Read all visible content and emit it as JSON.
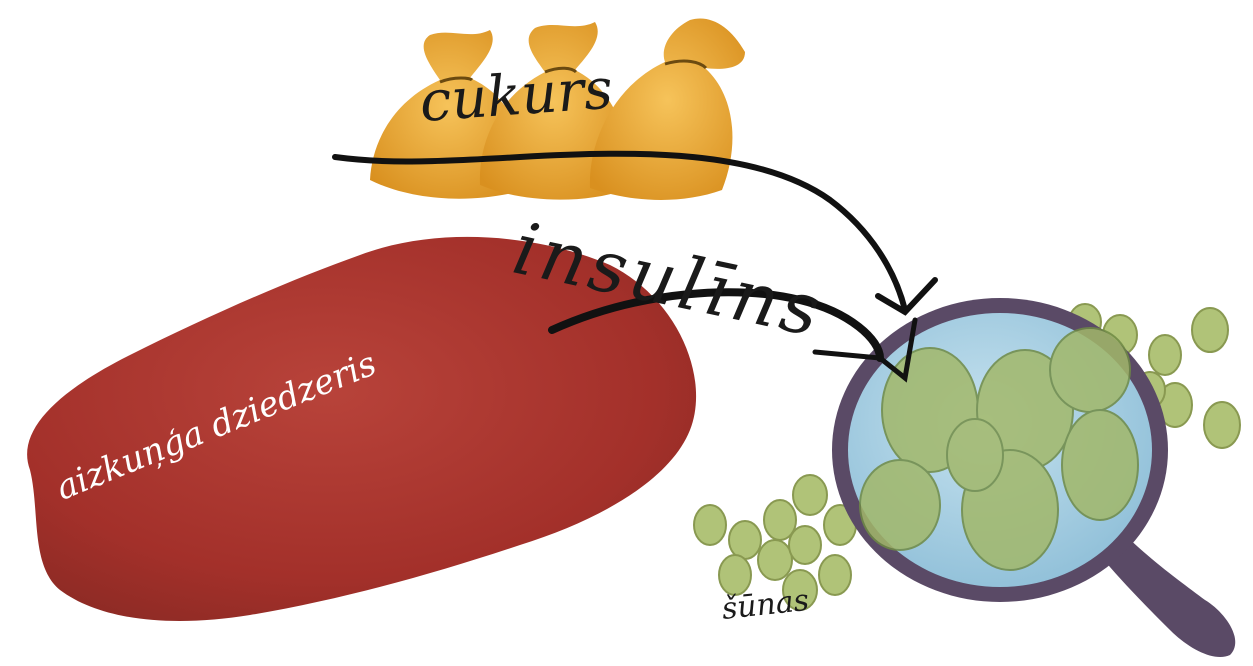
{
  "labels": {
    "sugar": "cukurs",
    "insulin": "insulīns",
    "pancreas": "aizkuņģa dziedzeris",
    "cells": "šūnas"
  },
  "colors": {
    "pancreas": "#a8332b",
    "sugar_bag": "#e6a629",
    "cell": "#a8bd6a",
    "lens_glass": "#a8cfe3",
    "lens_frame": "#5a4a66",
    "arrow": "#111111"
  }
}
